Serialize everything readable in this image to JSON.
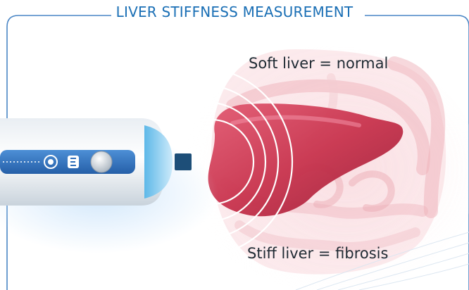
{
  "title": "LIVER STIFFNESS MEASUREMENT",
  "labels": {
    "soft": "Soft liver = normal",
    "stiff": "Stiff liver = fibrosis"
  },
  "colors": {
    "frame": "#4a86c5",
    "title": "#1a6fb5",
    "probe_band": "#2f6fba",
    "liver": "#c8334d",
    "intestines": "#f1b5bd"
  },
  "icons": [
    "probe-button-target-icon",
    "probe-button-e-icon",
    "probe-dial-icon",
    "ultrasound-wave-icon"
  ]
}
